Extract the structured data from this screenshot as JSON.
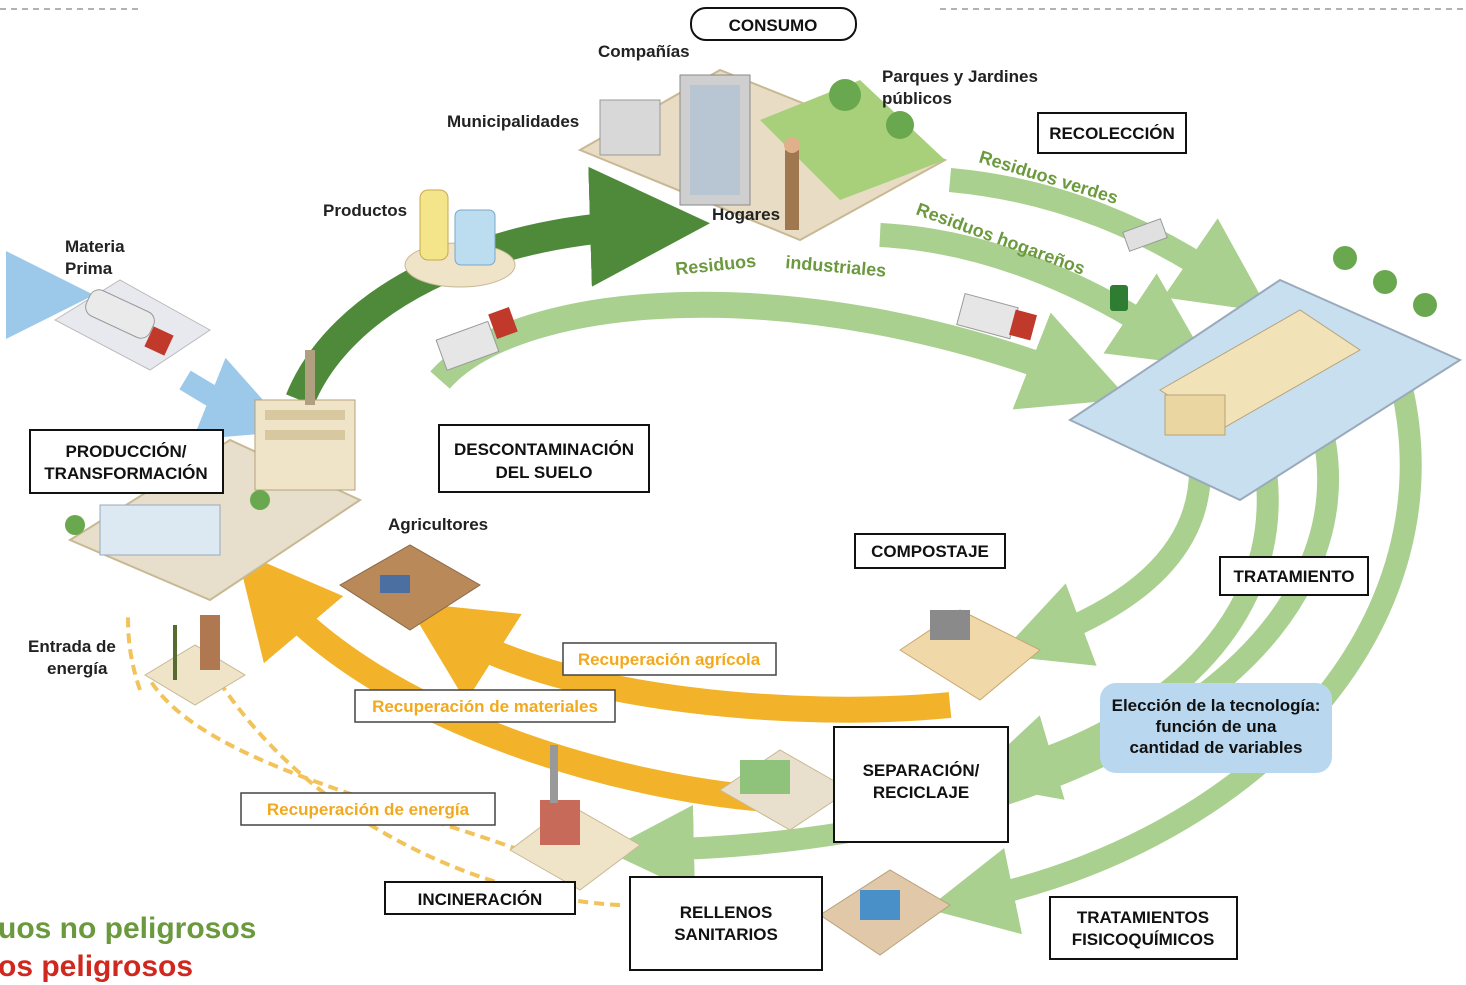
{
  "stages": {
    "consumo": "CONSUMO",
    "recoleccion": "RECOLECCIÓN",
    "produccion_1": "PRODUCCIÓN/",
    "produccion_2": "TRANSFORMACIÓN",
    "descontaminacion_1": "DESCONTAMINACIÓN",
    "descontaminacion_2": "DEL SUELO",
    "compostaje": "COMPOSTAJE",
    "tratamiento": "TRATAMIENTO",
    "separacion_1": "SEPARACIÓN/",
    "separacion_2": "RECICLAJE",
    "incineracion": "INCINERACIÓN",
    "rellenos_1": "RELLENOS",
    "rellenos_2": "SANITARIOS",
    "fisicoquimicos_1": "TRATAMIENTOS",
    "fisicoquimicos_2": "FISICOQUÍMICOS"
  },
  "labels": {
    "companias": "Compañías",
    "municipalidades": "Municipalidades",
    "parques_1": "Parques y Jardines",
    "parques_2": "públicos",
    "hogares": "Hogares",
    "productos": "Productos",
    "materia_1": "Materia",
    "materia_2": "Prima",
    "agricultores": "Agricultores",
    "energia_1": "Entrada de",
    "energia_2": "energía"
  },
  "flows": {
    "residuos_verdes": "Residuos verdes",
    "residuos_hogarenos": "Residuos hogareños",
    "residuos": "Residuos",
    "industriales": "industriales",
    "recuperacion_agricola": "Recuperación agrícola",
    "recuperacion_materiales": "Recuperación de materiales",
    "recuperacion_energia": "Recuperación de energía"
  },
  "tecnologia": {
    "line1": "Elección de la tecnología:",
    "line2": "función de una",
    "line3": "cantidad de variables"
  },
  "legend": {
    "no_peligrosos": "uos no peligrosos",
    "peligrosos": "os peligrosos"
  },
  "colors": {
    "green_flow": "#a9d08e",
    "dark_green_flow": "#4e8a3a",
    "orange_flow": "#f2b32a",
    "legend_green": "#6b9a3e",
    "legend_red": "#d0281f"
  }
}
